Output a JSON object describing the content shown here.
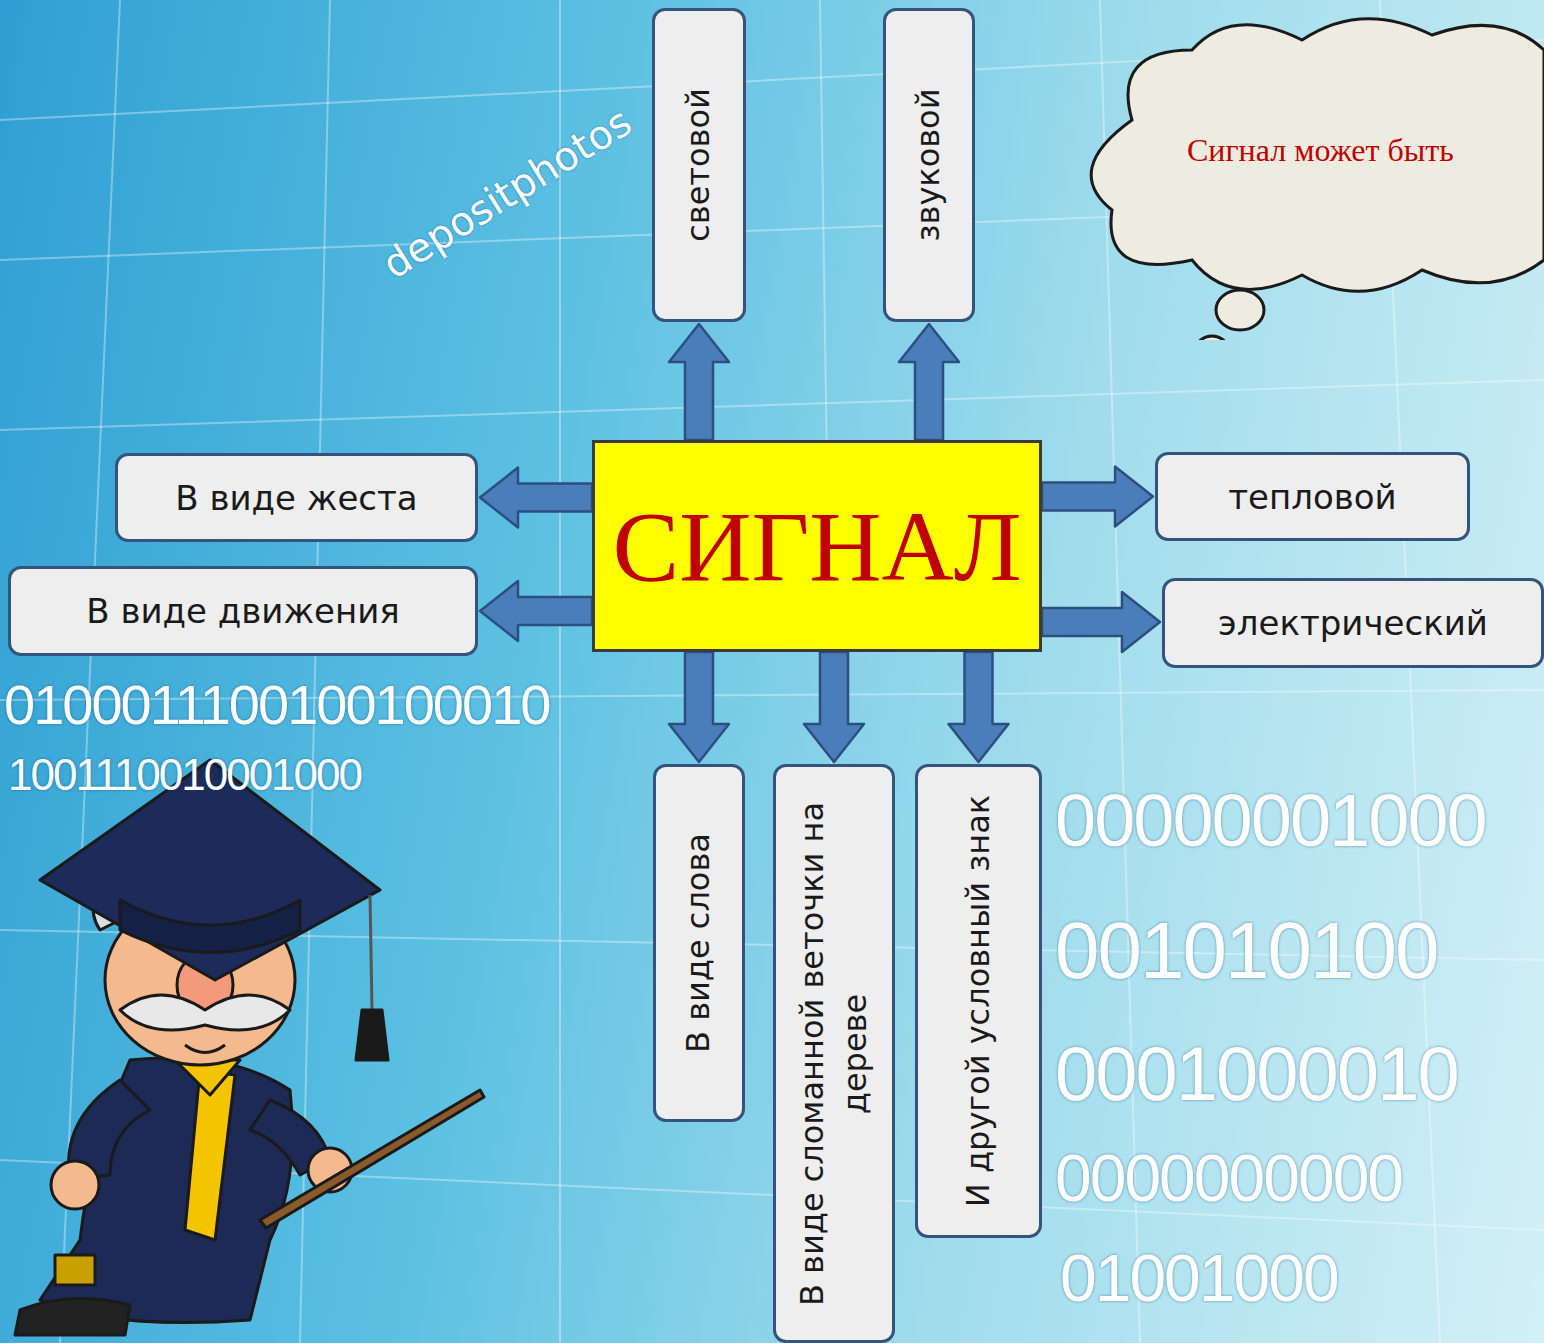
{
  "diagram": {
    "nodes": [
      {
        "text": [
          "световой"
        ]
      },
      {
        "text": [
          "звуковой"
        ]
      },
      {
        "text": [
          "Сигнал может быть"
        ]
      },
      {
        "text": [
          "В виде жеста"
        ]
      },
      {
        "text": [
          "СИГНАЛ"
        ]
      },
      {
        "text": [
          "тепловой"
        ]
      },
      {
        "text": [
          "В виде движения"
        ]
      },
      {
        "text": [
          "электрический"
        ]
      },
      {
        "text": [
          "В виде слова"
        ]
      },
      {
        "text": [
          "В виде сломанной веточки на дереве"
        ]
      },
      {
        "text": [
          "И другой условный знак"
        ]
      }
    ],
    "edges": [
      {
        "from": 4,
        "to": 0,
        "arrow": "to"
      },
      {
        "from": 4,
        "to": 1,
        "arrow": "to"
      },
      {
        "from": 4,
        "to": 3,
        "arrow": "to"
      },
      {
        "from": 4,
        "to": 6,
        "arrow": "to"
      },
      {
        "from": 4,
        "to": 5,
        "arrow": "to"
      },
      {
        "from": 4,
        "to": 7,
        "arrow": "to"
      },
      {
        "from": 4,
        "to": 8,
        "arrow": "to"
      },
      {
        "from": 4,
        "to": 9,
        "arrow": "to"
      },
      {
        "from": 4,
        "to": 10,
        "arrow": "to"
      }
    ],
    "labels": [
      "depositphotos",
      "0100011100100100010",
      "1001110010001000",
      "00000001000",
      "001010100",
      "0001000010",
      "0000000000",
      "01001000"
    ]
  }
}
